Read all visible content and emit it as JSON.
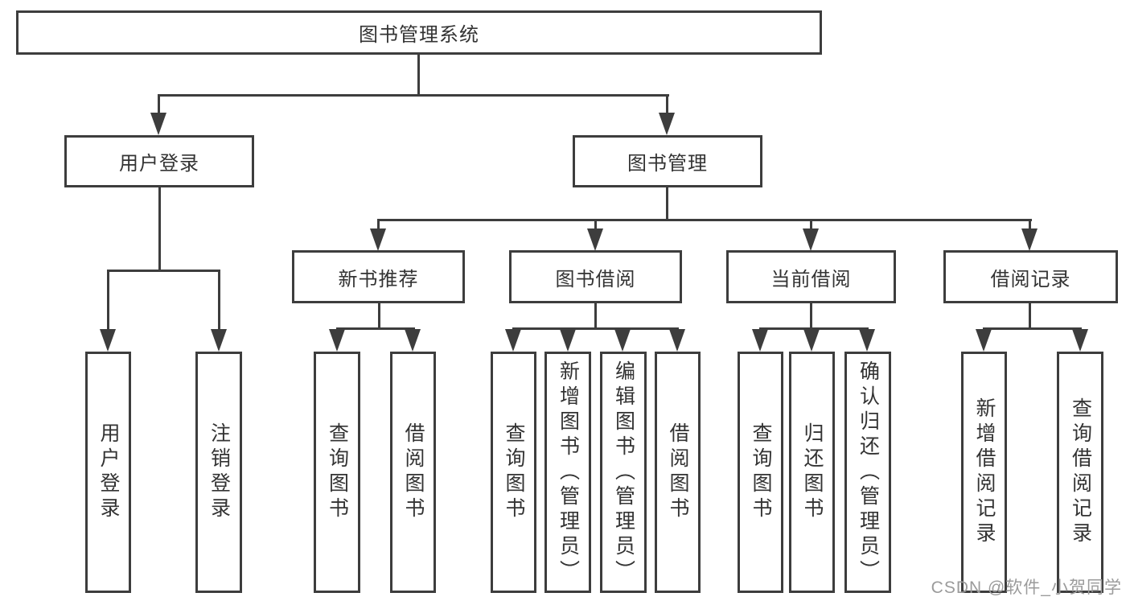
{
  "diagram": {
    "root": {
      "label": "图书管理系统"
    },
    "level2": {
      "user_login": {
        "label": "用户登录"
      },
      "book_mgmt": {
        "label": "图书管理"
      }
    },
    "level3": {
      "new_book": {
        "label": "新书推荐"
      },
      "book_borrow": {
        "label": "图书借阅"
      },
      "current_borrow": {
        "label": "当前借阅"
      },
      "borrow_record": {
        "label": "借阅记录"
      }
    },
    "leaves": {
      "user_login": "用户登录",
      "logout": "注销登录",
      "nb_query": "查询图书",
      "nb_borrow": "借阅图书",
      "bb_query": "查询图书",
      "bb_add": "新增图书（管理员）",
      "bb_edit": "编辑图书（管理员）",
      "bb_borrow": "借阅图书",
      "cb_query": "查询图书",
      "cb_return": "归还图书",
      "cb_confirm": "确认归还（管理员）",
      "br_add": "新增借阅记录",
      "br_query": "查询借阅记录"
    }
  },
  "watermark": {
    "text": "CSDN @软件_小贺同学"
  },
  "colors": {
    "line": "#3d3d3d",
    "text": "#333333",
    "watermark": "#9b9b9b",
    "background": "#ffffff"
  }
}
